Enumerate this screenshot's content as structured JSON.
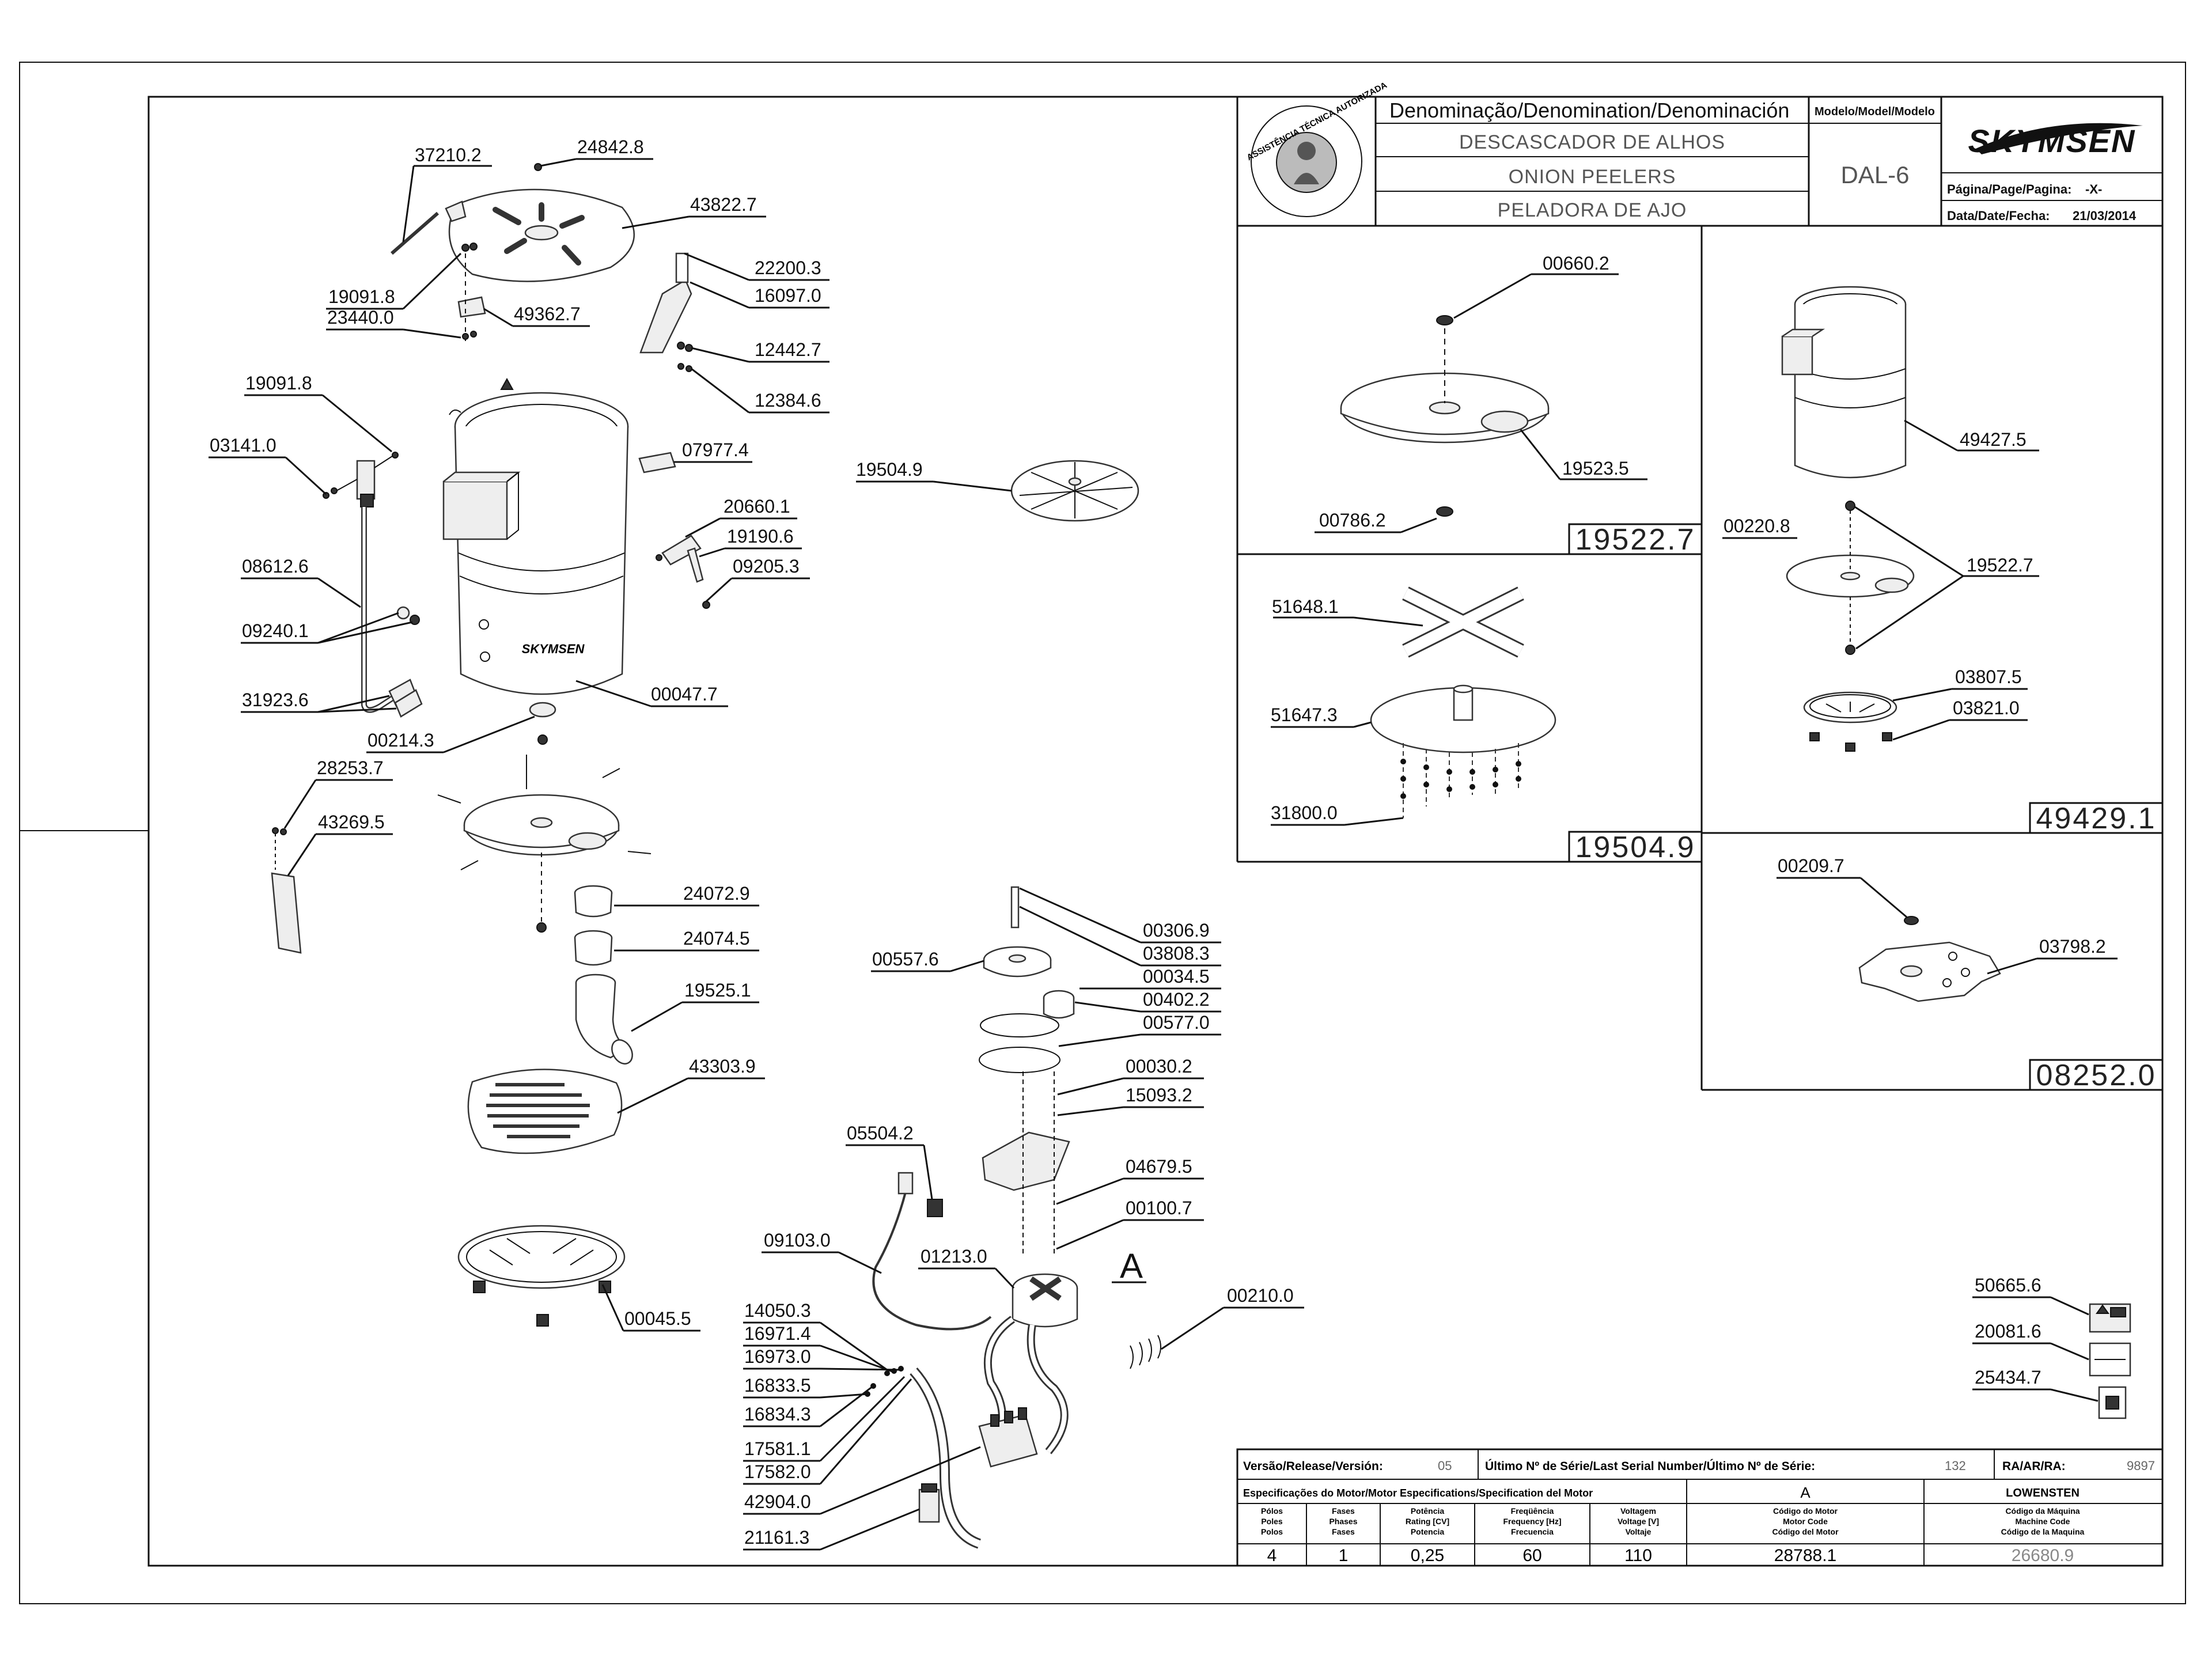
{
  "title_block": {
    "denomination_header": "Denominação/Denomination/Denominación",
    "model_header": "Modelo/Model/Modelo",
    "name_pt": "DESCASCADOR DE ALHOS",
    "name_en": "ONION PEELERS",
    "name_es": "PELADORA DE AJO",
    "model": "DAL-6",
    "brand": "SKYMSEN",
    "page_label": "Página/Page/Pagina:",
    "page_value": "-X-",
    "date_label": "Data/Date/Fecha:",
    "date_value": "21/03/2014",
    "seal_text": "ASSISTÊNCIA TÉCNICA AUTORIZADA"
  },
  "sub_assemblies": [
    {
      "ref": "19522.7",
      "parts": [
        "00660.2",
        "19523.5",
        "00786.2"
      ]
    },
    {
      "ref": "19504.9",
      "parts": [
        "51648.1",
        "51647.3",
        "31800.0"
      ]
    },
    {
      "ref": "49429.1",
      "parts": [
        "49427.5",
        "00220.8",
        "19522.7",
        "03807.5",
        "03821.0"
      ]
    },
    {
      "ref": "08252.0",
      "parts": [
        "00209.7",
        "03798.2"
      ]
    }
  ],
  "main_parts": {
    "lid_group": [
      "37210.2",
      "24842.8",
      "43822.7",
      "19091.8",
      "23440.0",
      "49362.7"
    ],
    "chute_group": [
      "22200.3",
      "16097.0",
      "12442.7",
      "12384.6"
    ],
    "switch_group": [
      "19091.8",
      "03141.0",
      "08612.6",
      "09240.1",
      "31923.6",
      "07977.4"
    ],
    "body_group": [
      "00047.7",
      "00214.3",
      "20660.1",
      "19190.6",
      "09205.3",
      "19504.9"
    ],
    "bottom_group": [
      "28253.7",
      "43269.5",
      "24072.9",
      "24074.5",
      "19525.1",
      "43303.9",
      "00045.5"
    ],
    "drive_group": [
      "00306.9",
      "03808.3",
      "00557.6",
      "00034.5",
      "00402.2",
      "00577.0",
      "00030.2",
      "15093.2",
      "04679.5",
      "00100.7",
      "05504.2",
      "09103.0",
      "01213.0",
      "00210.0"
    ],
    "electrical_group": [
      "14050.3",
      "16971.4",
      "16973.0",
      "16833.5",
      "16834.3",
      "17581.1",
      "17582.0",
      "42904.0",
      "21161.3"
    ],
    "labels_group": [
      "50665.6",
      "20081.6",
      "25434.7"
    ],
    "detail_marker": "A"
  },
  "bottom_table": {
    "version_label": "Versão/Release/Versión:",
    "version_value": "05",
    "serial_label": "Último Nº de Série/Last Serial Number/Último Nº de Série:",
    "serial_value": "132",
    "ra_label": "RA/AR/RA:",
    "ra_value": "9897",
    "motor_spec_label": "Especificações do Motor/Motor Especifications/Specification del Motor",
    "motor_code_letter": "A",
    "manufacturer": "LOWENSTEN",
    "columns": [
      {
        "header": [
          "Pólos",
          "Poles",
          "Polos"
        ],
        "value": "4"
      },
      {
        "header": [
          "Fases",
          "Phases",
          "Fases"
        ],
        "value": "1"
      },
      {
        "header": [
          "Potência",
          "Rating [CV]",
          "Potencia"
        ],
        "value": "0,25"
      },
      {
        "header": [
          "Freqüência",
          "Frequency [Hz]",
          "Frecuencia"
        ],
        "value": "60"
      },
      {
        "header": [
          "Voltagem",
          "Voltage [V]",
          "Voltaje"
        ],
        "value": "110"
      },
      {
        "header": [
          "Código do Motor",
          "Motor Code",
          "Código del Motor"
        ],
        "value": "28788.1"
      },
      {
        "header": [
          "Código da Máquina",
          "Machine Code",
          "Código de la Maquina"
        ],
        "value": "26680.9"
      }
    ]
  }
}
